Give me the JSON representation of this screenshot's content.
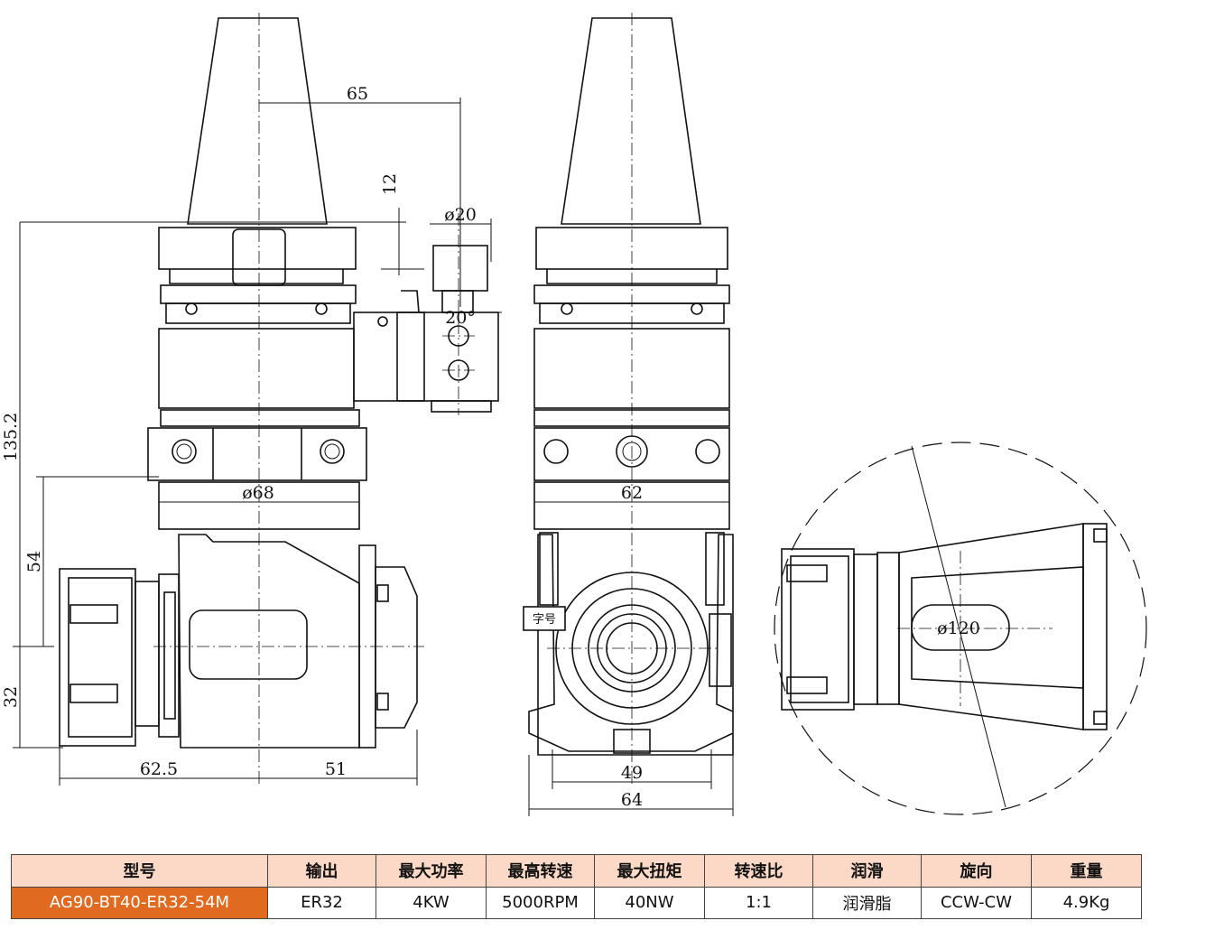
{
  "dimensions": {
    "d65": "65",
    "d12": "12",
    "phi20": "ø20",
    "ang20": "20°",
    "d135": "135.2",
    "phi68": "ø68",
    "d54": "54",
    "d32": "32",
    "d625": "62.5",
    "d51": "51",
    "d62": "62",
    "d49": "49",
    "d64": "64",
    "phi120": "ø120"
  },
  "labels": {
    "marking": "字号"
  },
  "table": {
    "headers": [
      "型号",
      "输出",
      "最大功率",
      "最高转速",
      "最大扭矩",
      "转速比",
      "润滑",
      "旋向",
      "重量"
    ],
    "row": [
      "AG90-BT40-ER32-54M",
      "ER32",
      "4KW",
      "5000RPM",
      "40NW",
      "1:1",
      "润滑脂",
      "CCW-CW",
      "4.9Kg"
    ]
  },
  "colors": {
    "model_cell": "#e06a1f",
    "header_fill": "#fbd9c6"
  }
}
